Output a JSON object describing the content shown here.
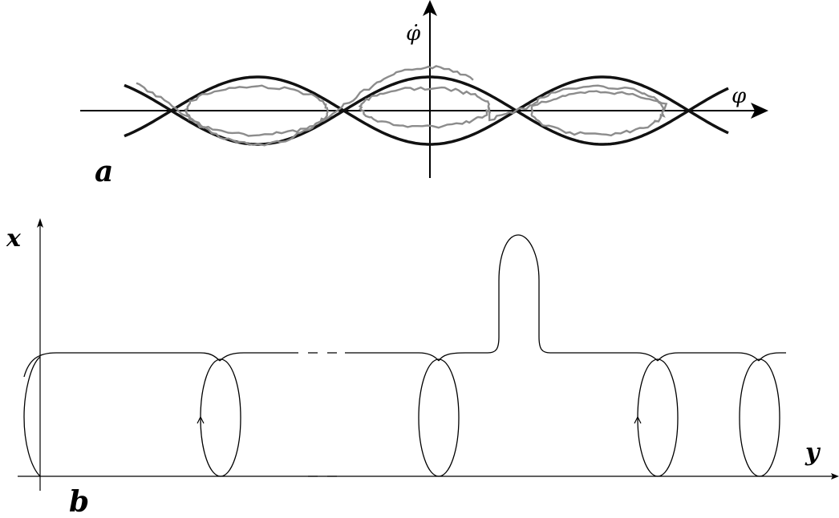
{
  "panel_a": {
    "label": "a",
    "axis_horizontal_label": "φ",
    "axis_vertical_label": "φ̇"
  },
  "panel_b": {
    "label": "b",
    "axis_horizontal_label": "y",
    "axis_vertical_label": "x"
  },
  "colors": {
    "separatrix": "#111111",
    "noisy_trajectory": "#8c8c8c",
    "axes": "#000000",
    "background": "#ffffff"
  }
}
